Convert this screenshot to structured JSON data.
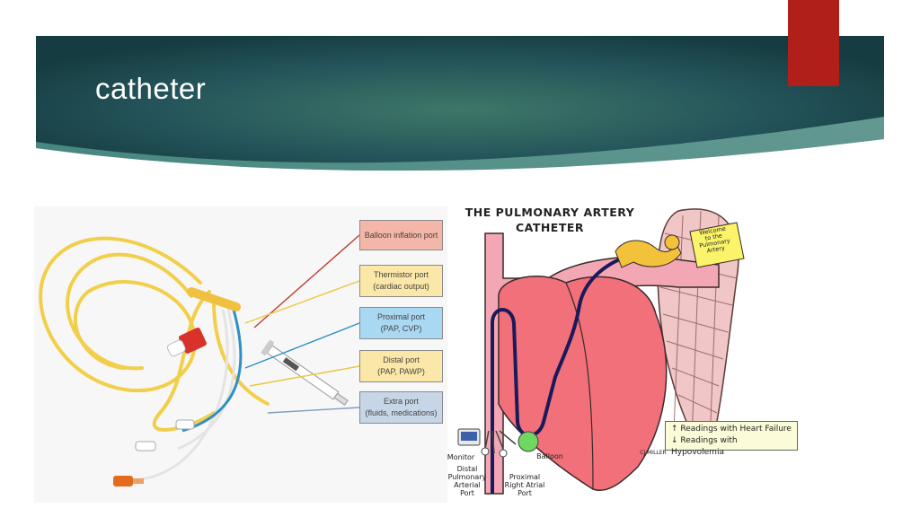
{
  "slide": {
    "title": "catheter"
  },
  "theme": {
    "banner_dark": "#153c40",
    "banner_light": "#3e7768",
    "accent_red": "#b01f1a",
    "background": "#ffffff"
  },
  "catheter_ports": [
    {
      "name": "Balloon inflation port",
      "detail": "",
      "fill": "#f3b6a8"
    },
    {
      "name": "Thermistor port",
      "detail": "(cardiac output)",
      "fill": "#fbe7a8"
    },
    {
      "name": "Proximal port",
      "detail": "(PAP, CVP)",
      "fill": "#a9d8f2"
    },
    {
      "name": "Distal port",
      "detail": "(PAP, PAWP)",
      "fill": "#fbe7a8"
    },
    {
      "name": "Extra port",
      "detail": "(fluids, medications)",
      "fill": "#c6d6e6"
    }
  ],
  "diagram": {
    "title_line1": "THE PULMONARY ARTERY",
    "title_line2": "CATHETER",
    "sign_lines": [
      "Welcome",
      "to the",
      "Pulmonary",
      "Artery"
    ],
    "monitor_label": "Monitor",
    "balloon_label": "Balloon",
    "distal_label_lines": [
      "Distal",
      "Pulmonary",
      "Arterial",
      "Port"
    ],
    "proximal_label_lines": [
      "Proximal",
      "Right Atrial",
      "Port"
    ],
    "signature": "CJ MILLER",
    "legend": {
      "line1": "↑ Readings with Heart Failure",
      "line2": "↓ Readings with Hypovolemia"
    }
  }
}
